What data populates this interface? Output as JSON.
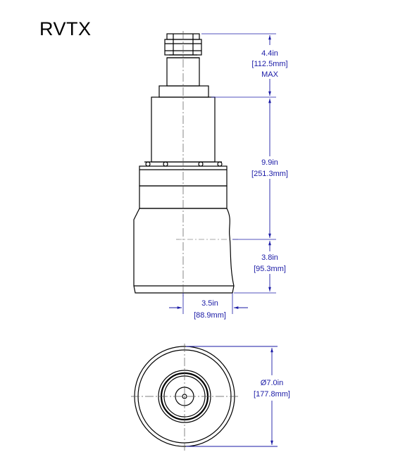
{
  "title": "RVTX",
  "colors": {
    "outline": "#000000",
    "dimension": "#1a1aa6",
    "centerline": "#555555"
  },
  "dimensions": {
    "stem_height": {
      "imperial": "4.4in",
      "metric": "[112.5mm]",
      "note": "MAX"
    },
    "body_height": {
      "imperial": "9.9in",
      "metric": "[251.3mm]"
    },
    "base_height": {
      "imperial": "3.8in",
      "metric": "[95.3mm]"
    },
    "offset_width": {
      "imperial": "3.5in",
      "metric": "[88.9mm]"
    },
    "diameter": {
      "imperial": "Ø7.0in",
      "metric": "[177.8mm]"
    }
  }
}
